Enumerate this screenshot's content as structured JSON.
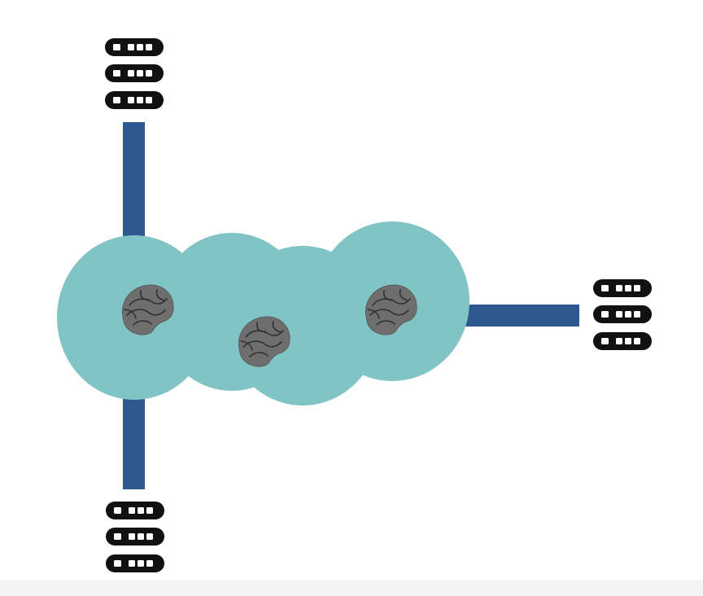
{
  "colors": {
    "background": "#ffffff",
    "cloud": "#80c4c6",
    "link": "#2d578f",
    "server": "#111111",
    "server_light": "#ffffff",
    "brain": "#6e6e6e",
    "brain_lines": "#2f2f2f"
  },
  "diagram": {
    "cloud": {
      "icon": "cloud-icon",
      "brain_count": 3
    },
    "server_stacks": [
      {
        "name": "server-stack-top",
        "icon": "server-rack-icon",
        "units": 3
      },
      {
        "name": "server-stack-right",
        "icon": "server-rack-icon",
        "units": 3
      },
      {
        "name": "server-stack-bottom",
        "icon": "server-rack-icon",
        "units": 3
      }
    ],
    "brains": [
      {
        "name": "brain-left",
        "icon": "brain-icon"
      },
      {
        "name": "brain-middle",
        "icon": "brain-icon"
      },
      {
        "name": "brain-right",
        "icon": "brain-icon"
      }
    ]
  }
}
